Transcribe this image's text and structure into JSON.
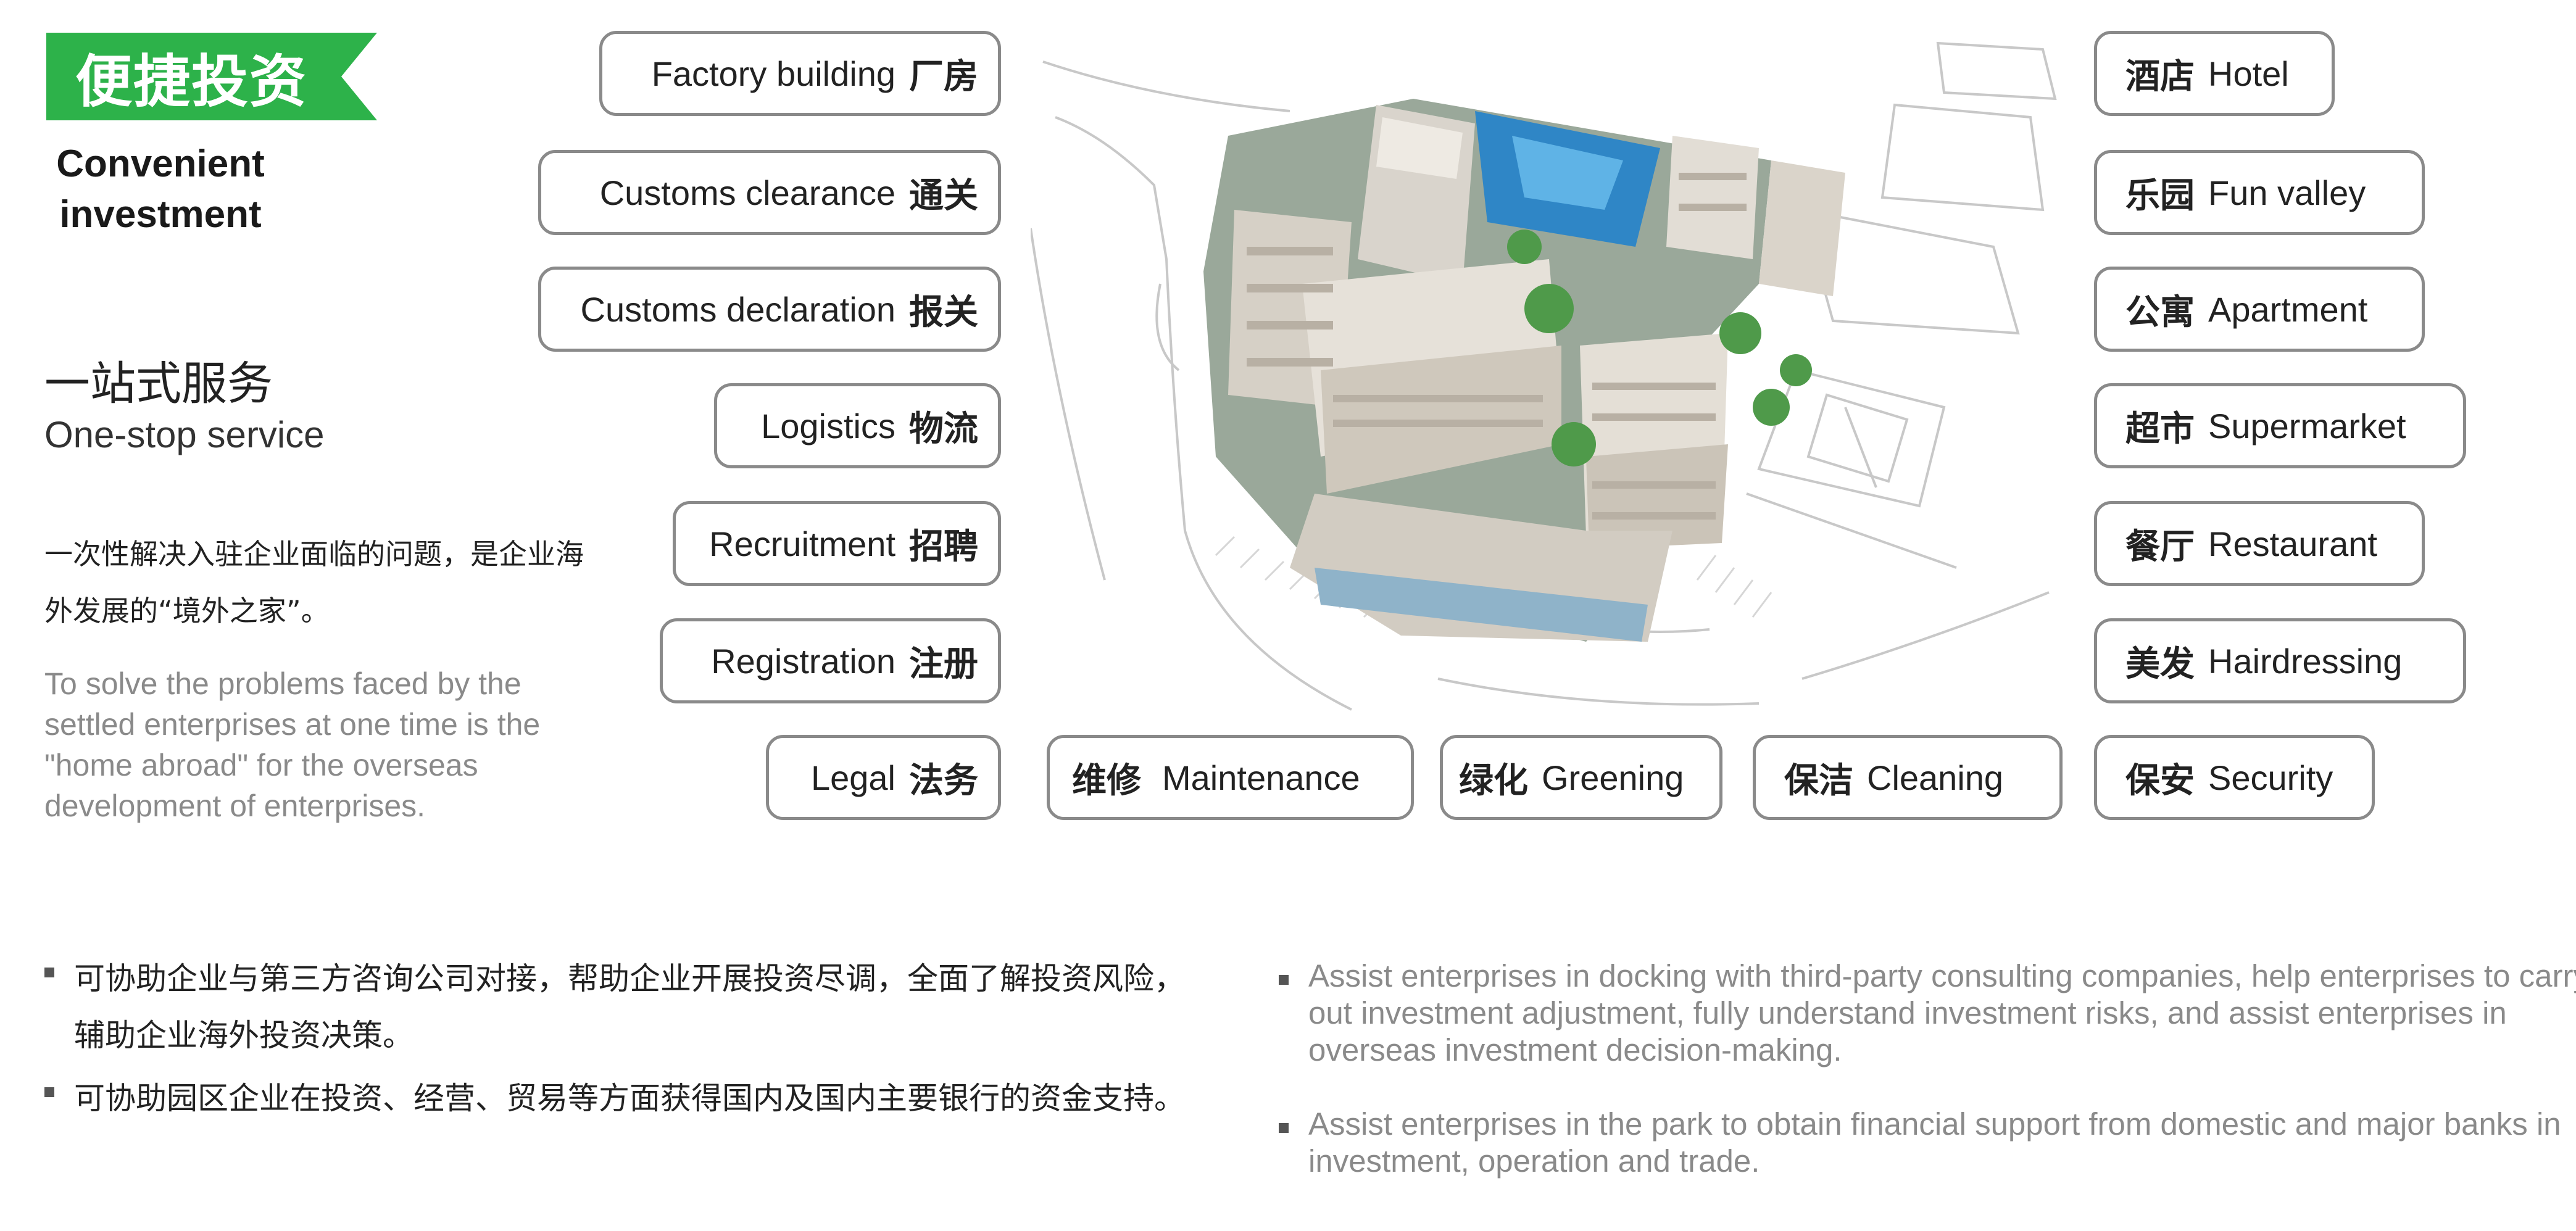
{
  "banner": {
    "title_zh": "便捷投资",
    "title_en_line1": "Convenient",
    "title_en_line2": "investment",
    "color": "#2db24a"
  },
  "service": {
    "title_zh": "一站式服务",
    "title_en": "One-stop service",
    "desc_zh": "一次性解决入驻企业面临的问题，是企业海外发展的“境外之家”。",
    "desc_en": "To solve the problems faced by the settled enterprises at one time is the \"home abroad\" for the overseas development of enterprises."
  },
  "left_tags": [
    {
      "en": "Factory building",
      "zh": "厂房"
    },
    {
      "en": "Customs clearance",
      "zh": "通关"
    },
    {
      "en": "Customs declaration",
      "zh": "报关"
    },
    {
      "en": "Logistics",
      "zh": "物流"
    },
    {
      "en": "Recruitment",
      "zh": "招聘"
    },
    {
      "en": "Registration",
      "zh": "注册"
    },
    {
      "en": "Legal",
      "zh": "法务"
    }
  ],
  "right_tags": [
    {
      "zh": "酒店",
      "en": "Hotel"
    },
    {
      "zh": "乐园",
      "en": "Fun valley"
    },
    {
      "zh": "公寓",
      "en": "Apartment"
    },
    {
      "zh": "超市",
      "en": "Supermarket"
    },
    {
      "zh": "餐厅",
      "en": "Restaurant"
    },
    {
      "zh": "美发",
      "en": "Hairdressing"
    },
    {
      "zh": "保安",
      "en": "Security"
    }
  ],
  "bottom_tags": [
    {
      "zh": "维修",
      "en": "Maintenance"
    },
    {
      "zh": "绿化",
      "en": "Greening"
    },
    {
      "zh": "保洁",
      "en": "Cleaning"
    }
  ],
  "bullets_zh": [
    "可协助企业与第三方咨询公司对接，帮助企业开展投资尽调，全面了解投资风险，辅助企业海外投资决策。",
    "可协助园区企业在投资、经营、贸易等方面获得国内及国内主要银行的资金支持。"
  ],
  "bullets_en": [
    "Assist enterprises in docking with third-party consulting companies, help enterprises to carry out investment adjustment, fully understand investment risks, and assist enterprises in overseas investment decision-making.",
    "Assist enterprises in the park to obtain financial support from domestic and major banks in investment, operation and trade."
  ]
}
